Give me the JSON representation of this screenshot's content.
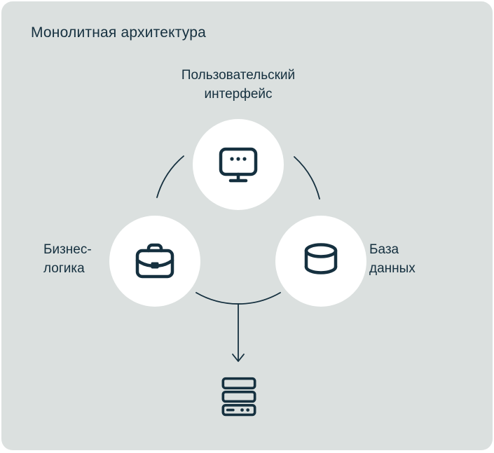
{
  "diagram": {
    "title": "Монолитная архитектура",
    "nodes": {
      "ui": {
        "label_line1": "Пользовательский",
        "label_line2": "интерфейс",
        "icon": "monitor-icon"
      },
      "business_logic": {
        "label_line1": "Бизнес-",
        "label_line2": "логика",
        "icon": "briefcase-icon"
      },
      "database": {
        "label_line1": "База",
        "label_line2": "данных",
        "icon": "database-icon"
      }
    },
    "output": {
      "icon": "server-icon"
    },
    "colors": {
      "background": "#dbe0df",
      "node_fill": "#ffffff",
      "ink": "#15303f",
      "page": "#ffffff"
    }
  }
}
